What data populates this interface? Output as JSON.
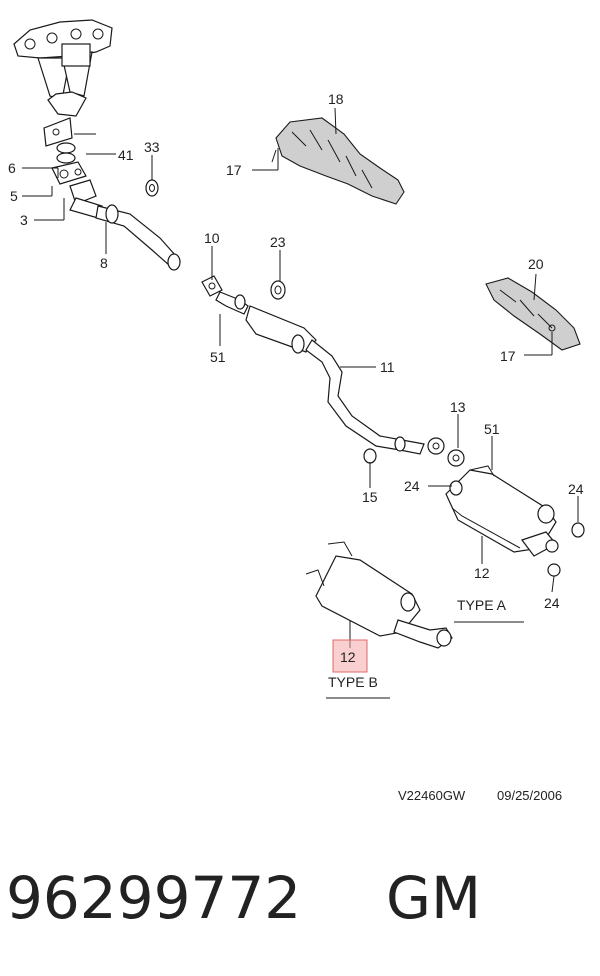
{
  "diagram": {
    "callouts": [
      {
        "id": "c18",
        "text": "18"
      },
      {
        "id": "c17a",
        "text": "17"
      },
      {
        "id": "c20",
        "text": "20"
      },
      {
        "id": "c17b",
        "text": "17"
      },
      {
        "id": "c33",
        "text": "33"
      },
      {
        "id": "c41",
        "text": "41"
      },
      {
        "id": "c6",
        "text": "6"
      },
      {
        "id": "c5",
        "text": "5"
      },
      {
        "id": "c3",
        "text": "3"
      },
      {
        "id": "c8",
        "text": "8"
      },
      {
        "id": "c10",
        "text": "10"
      },
      {
        "id": "c23",
        "text": "23"
      },
      {
        "id": "c51a",
        "text": "51"
      },
      {
        "id": "c11",
        "text": "11"
      },
      {
        "id": "c13",
        "text": "13"
      },
      {
        "id": "c51b",
        "text": "51"
      },
      {
        "id": "c15",
        "text": "15"
      },
      {
        "id": "c24a",
        "text": "24"
      },
      {
        "id": "c24b",
        "text": "24"
      },
      {
        "id": "c12a",
        "text": "12"
      },
      {
        "id": "c24c",
        "text": "24"
      },
      {
        "id": "c12b",
        "text": "12"
      }
    ],
    "type_a_label": "TYPE A",
    "type_b_label": "TYPE B",
    "drawing_code": "V22460GW",
    "drawing_date": "09/25/2006",
    "highlight_color": "#f4a8a8"
  },
  "footer": {
    "part_number": "96299772",
    "brand": "GM"
  }
}
